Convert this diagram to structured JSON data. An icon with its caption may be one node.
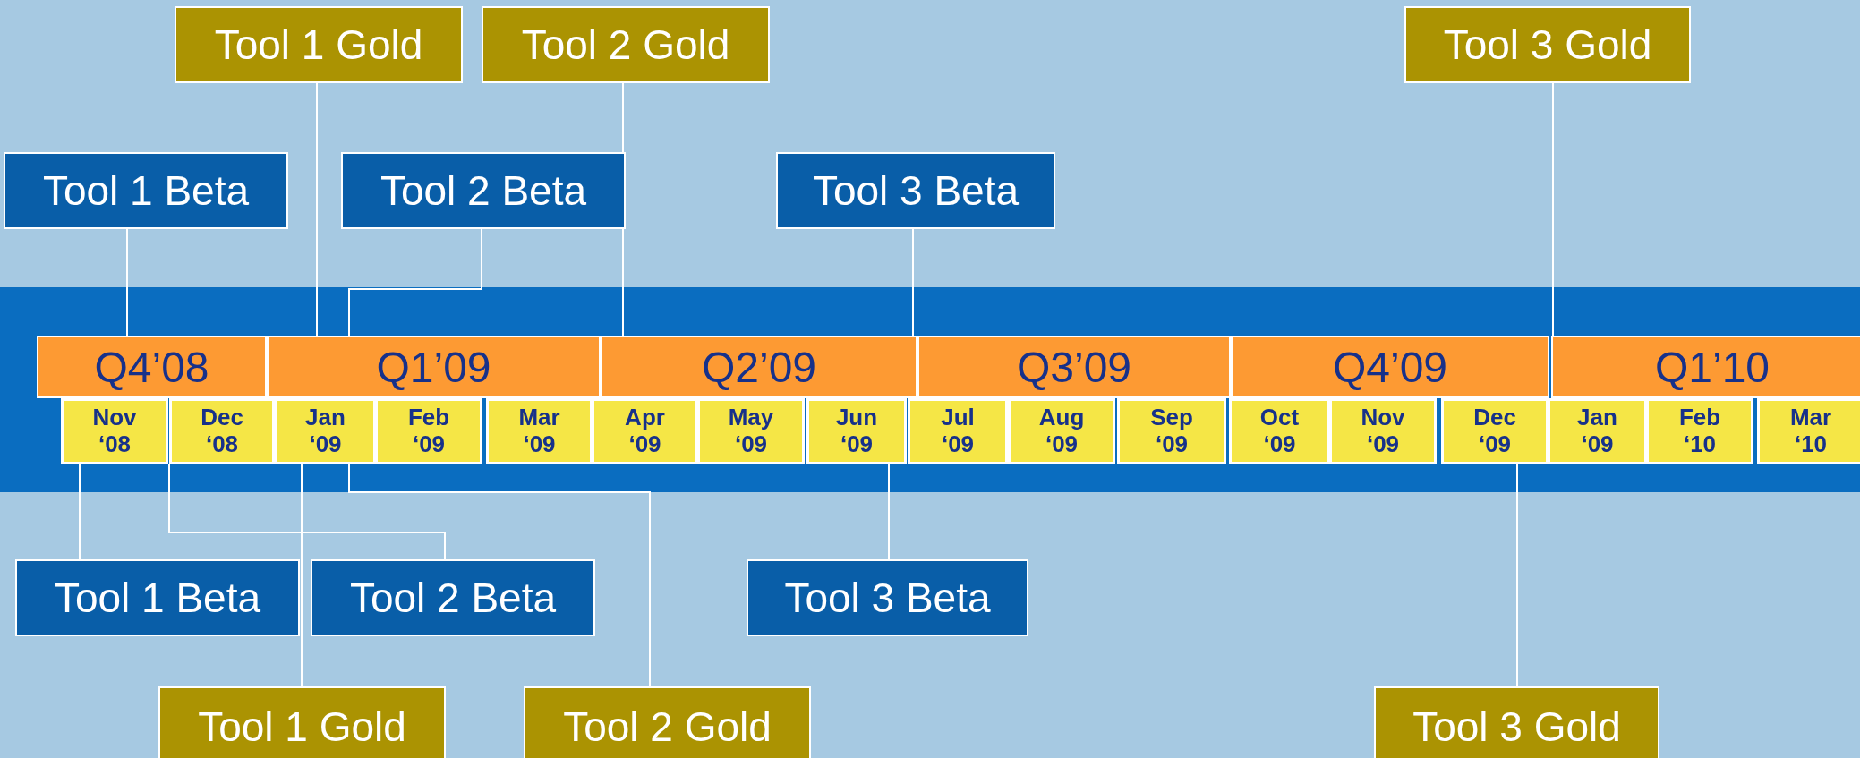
{
  "diagram": {
    "nodes": [
      {
        "text": [
          "Tool 1 Gold"
        ]
      },
      {
        "text": [
          "Tool 2 Gold"
        ]
      },
      {
        "text": [
          "Tool 3 Gold"
        ]
      },
      {
        "text": [
          "Tool 1 Beta"
        ]
      },
      {
        "text": [
          "Tool 2 Beta"
        ]
      },
      {
        "text": [
          "Tool 3 Beta"
        ]
      },
      {
        "text": [
          "Q4’08"
        ]
      },
      {
        "text": [
          "Q1’09"
        ]
      },
      {
        "text": [
          "Q2’09"
        ]
      },
      {
        "text": [
          "Q3’09"
        ]
      },
      {
        "text": [
          "Q4’09"
        ]
      },
      {
        "text": [
          "Q1’10"
        ]
      },
      {
        "text": [
          "Nov ‘08"
        ]
      },
      {
        "text": [
          "Dec ‘08"
        ]
      },
      {
        "text": [
          "Jan ‘09"
        ]
      },
      {
        "text": [
          "Feb ‘09"
        ]
      },
      {
        "text": [
          "Mar ‘09"
        ]
      },
      {
        "text": [
          "Apr ‘09"
        ]
      },
      {
        "text": [
          "May ‘09"
        ]
      },
      {
        "text": [
          "Jun ‘09"
        ]
      },
      {
        "text": [
          "Jul ‘09"
        ]
      },
      {
        "text": [
          "Aug ‘09"
        ]
      },
      {
        "text": [
          "Sep ‘09"
        ]
      },
      {
        "text": [
          "Oct ‘09"
        ]
      },
      {
        "text": [
          "Nov ‘09"
        ]
      },
      {
        "text": [
          "Dec ‘09"
        ]
      },
      {
        "text": [
          "Jan ‘09"
        ]
      },
      {
        "text": [
          "Feb ‘10"
        ]
      },
      {
        "text": [
          "Mar ‘10"
        ]
      },
      {
        "text": [
          "Tool 1 Beta"
        ]
      },
      {
        "text": [
          "Tool 2 Beta"
        ]
      },
      {
        "text": [
          "Tool 3 Beta"
        ]
      },
      {
        "text": [
          "Tool 1 Gold"
        ]
      },
      {
        "text": [
          "Tool 2 Gold"
        ]
      },
      {
        "text": [
          "Tool 3 Gold"
        ]
      }
    ],
    "edges": [
      {
        "from": 3,
        "to": 6,
        "arrow": "none"
      },
      {
        "from": 0,
        "to": 7,
        "arrow": "none"
      },
      {
        "from": 4,
        "to": 7,
        "arrow": "none"
      },
      {
        "from": 1,
        "to": 8,
        "arrow": "none"
      },
      {
        "from": 5,
        "to": 8,
        "arrow": "none"
      },
      {
        "from": 2,
        "to": 11,
        "arrow": "none"
      },
      {
        "from": 29,
        "to": 12,
        "arrow": "none"
      },
      {
        "from": 30,
        "to": 13,
        "arrow": "none"
      },
      {
        "from": 32,
        "to": 14,
        "arrow": "none"
      },
      {
        "from": 33,
        "to": 14,
        "arrow": "none"
      },
      {
        "from": 31,
        "to": 19,
        "arrow": "none"
      },
      {
        "from": 34,
        "to": 25,
        "arrow": "none"
      }
    ]
  }
}
